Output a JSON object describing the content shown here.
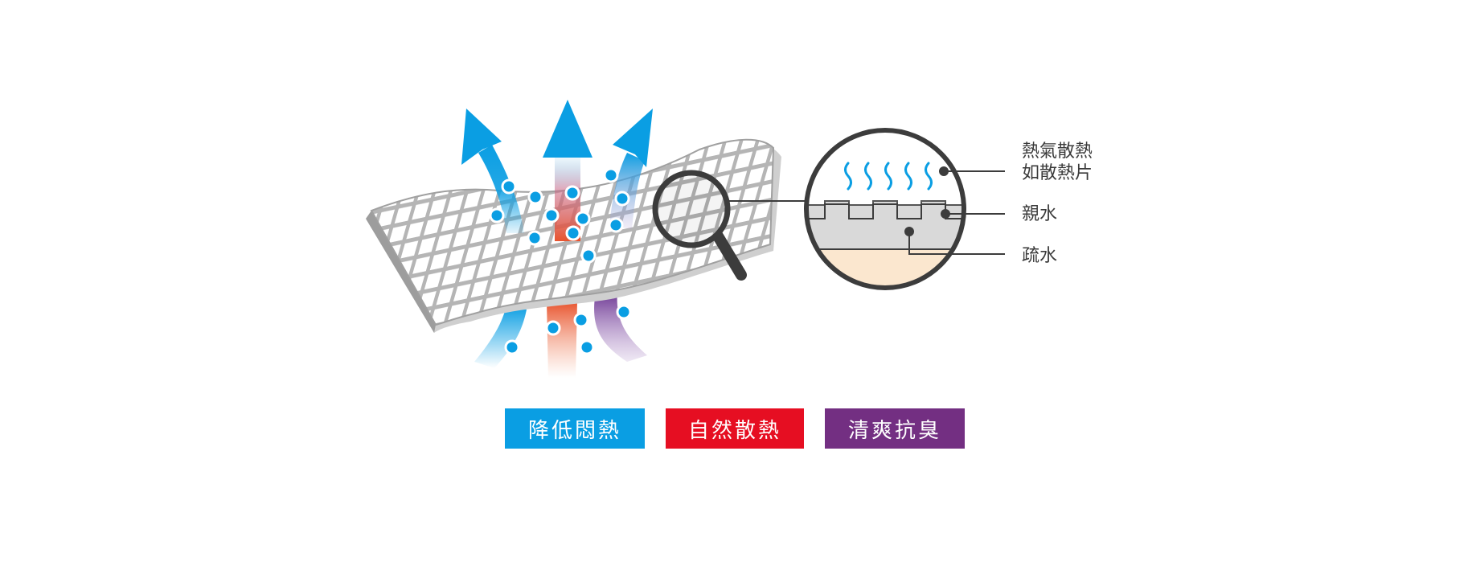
{
  "callouts": {
    "heat_line1": "熱氣散熱",
    "heat_line2": "如散熱片",
    "hydrophilic": "親水",
    "hydrophobic": "疏水"
  },
  "badges": [
    {
      "label": "降低悶熱",
      "color": "#0a9ee3"
    },
    {
      "label": "自然散熱",
      "color": "#e60e22"
    },
    {
      "label": "清爽抗臭",
      "color": "#732f82"
    }
  ],
  "colors": {
    "blue": "#0a9ee3",
    "red": "#e8542e",
    "purple": "#7a3f96",
    "fabric": "#bfbfbf",
    "skin": "#fbe7cf"
  }
}
